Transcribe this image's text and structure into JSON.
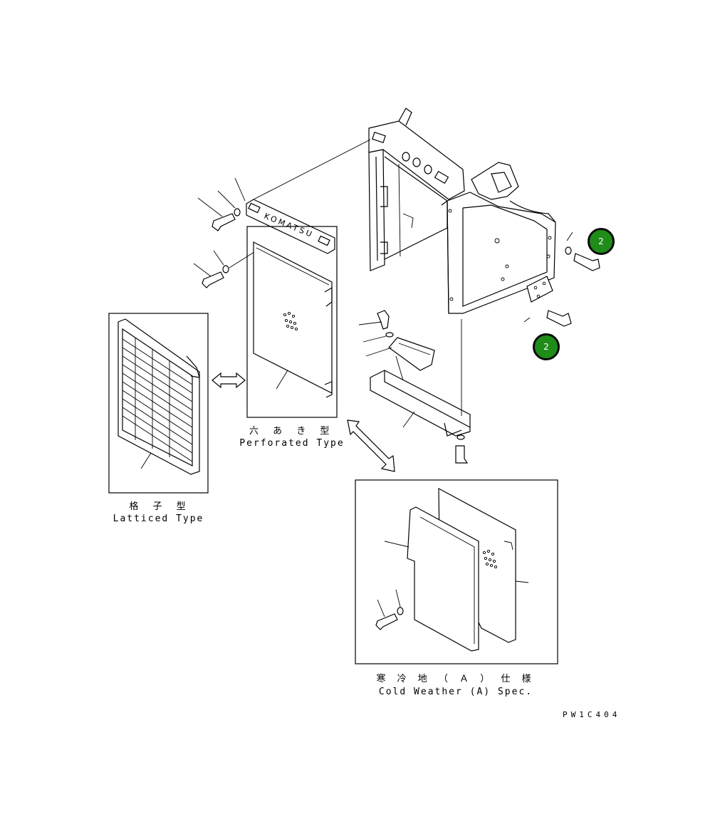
{
  "labels": {
    "perforated_jp": "六 あ き 型",
    "perforated_en": "Perforated Type",
    "latticed_jp": "格 子 型",
    "latticed_en": "Latticed Type",
    "cold_jp": "寒 冷 地 （ Ａ ） 仕 様",
    "cold_en": "Cold Weather (A) Spec."
  },
  "logo_text": "KOMATSU",
  "drawing_code": "PW1C404",
  "callouts": [
    {
      "number": "2"
    },
    {
      "number": "2"
    }
  ],
  "colors": {
    "callout_fill": "#1f8c1a",
    "line": "#000000"
  }
}
